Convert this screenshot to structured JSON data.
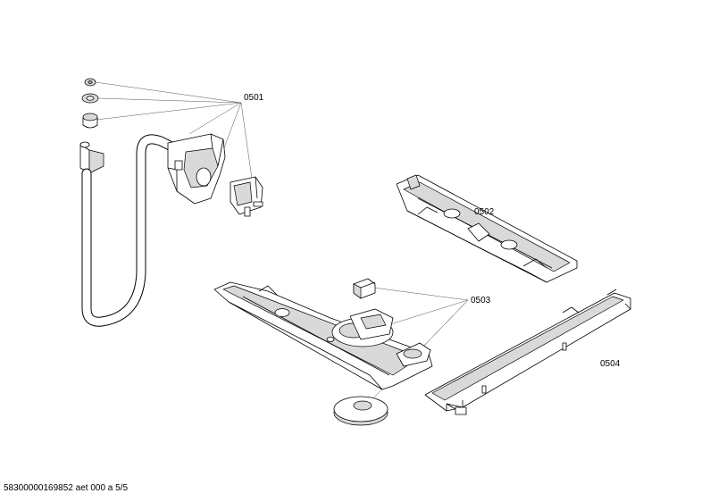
{
  "callouts": {
    "c0501": "0501",
    "c0502": "0502",
    "c0503": "0503",
    "c0504": "0504"
  },
  "footer": "58300000169852 aet 000 a 5/5"
}
